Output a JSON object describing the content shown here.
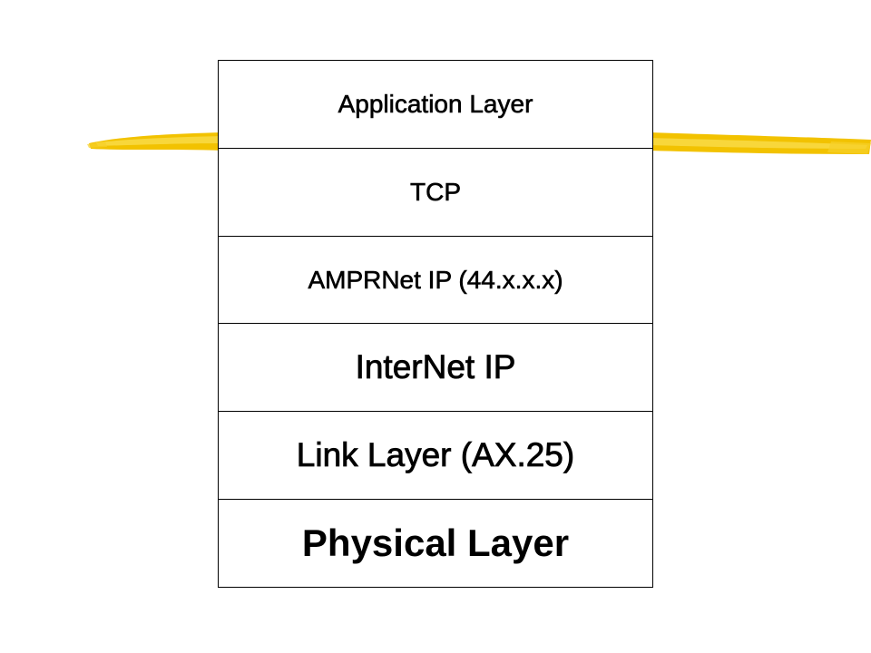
{
  "diagram": {
    "layers": [
      {
        "label": "Application Layer"
      },
      {
        "label": "TCP"
      },
      {
        "label": "AMPRNet IP (44.x.x.x)"
      },
      {
        "label": "InterNet IP"
      },
      {
        "label": "Link Layer (AX.25)"
      },
      {
        "label": "Physical Layer"
      }
    ]
  },
  "colors": {
    "highlight_stroke": "#f2c200",
    "highlight_light": "#f9dc4a",
    "box_border": "#000000",
    "text": "#000000",
    "background": "#ffffff"
  },
  "icons": [
    "highlighter-stroke-left",
    "highlighter-stroke-right"
  ]
}
